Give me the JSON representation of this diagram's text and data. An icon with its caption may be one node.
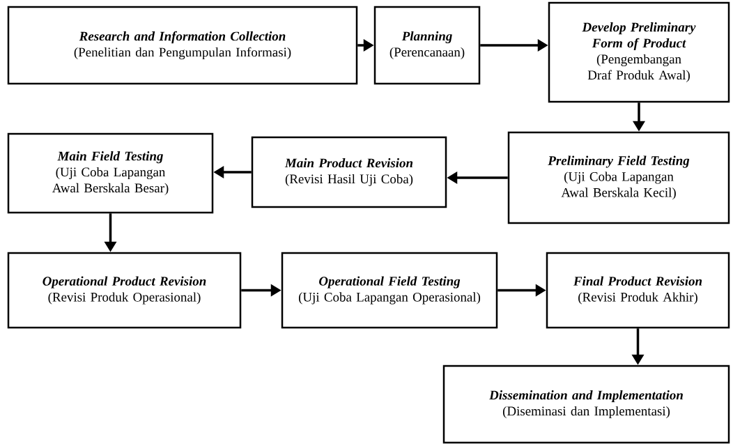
{
  "diagram": {
    "nodes": [
      {
        "text": [
          "Research and Information Collection",
          "(Penelitian dan Pengumpulan Informasi)"
        ]
      },
      {
        "text": [
          "Planning",
          "(Perencanaan)"
        ]
      },
      {
        "text": [
          "Develop Preliminary Form of Product",
          "(Pengembangan Draf Produk Awal)"
        ]
      },
      {
        "text": [
          "Preliminary Field Testing",
          "(Uji Coba Lapangan Awal Berskala Kecil)"
        ]
      },
      {
        "text": [
          "Main Product Revision",
          "(Revisi Hasil Uji Coba)"
        ]
      },
      {
        "text": [
          "Main Field Testing",
          "(Uji Coba Lapangan Awal Berskala Besar)"
        ]
      },
      {
        "text": [
          "Operational Product Revision",
          "(Revisi Produk Operasional)"
        ]
      },
      {
        "text": [
          "Operational Field Testing",
          "(Uji Coba Lapangan Operasional)"
        ]
      },
      {
        "text": [
          "Final Product Revision",
          "(Revisi Produk Akhir)"
        ]
      },
      {
        "text": [
          "Dissemination and Implementation",
          "(Diseminasi dan Implementasi)"
        ]
      }
    ],
    "edges": [
      {
        "from": 0,
        "to": 1,
        "arrow": "to"
      },
      {
        "from": 1,
        "to": 2,
        "arrow": "to"
      },
      {
        "from": 2,
        "to": 3,
        "arrow": "to"
      },
      {
        "from": 3,
        "to": 4,
        "arrow": "to"
      },
      {
        "from": 4,
        "to": 5,
        "arrow": "to"
      },
      {
        "from": 5,
        "to": 6,
        "arrow": "to"
      },
      {
        "from": 6,
        "to": 7,
        "arrow": "to"
      },
      {
        "from": 7,
        "to": 8,
        "arrow": "to"
      },
      {
        "from": 8,
        "to": 9,
        "arrow": "to"
      }
    ]
  }
}
